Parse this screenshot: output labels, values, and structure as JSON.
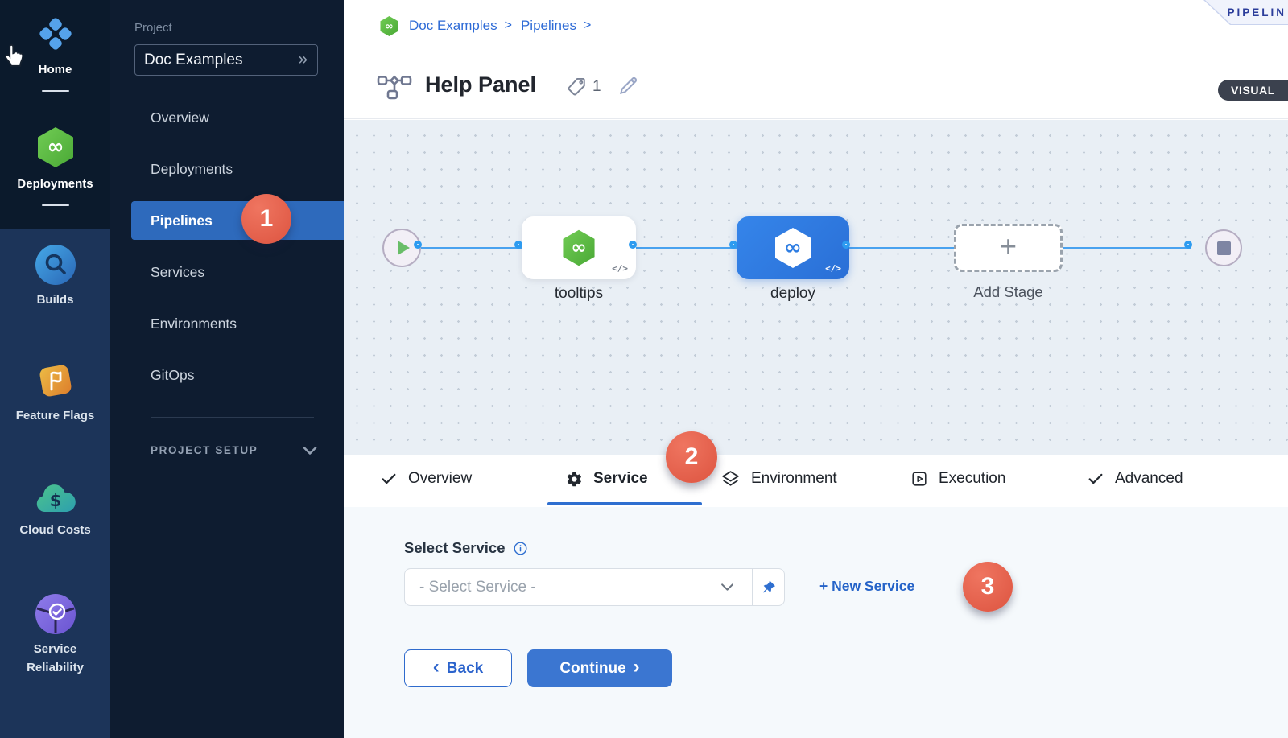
{
  "module_nav": {
    "items": [
      {
        "label": "Home"
      },
      {
        "label": "Deployments"
      },
      {
        "label": "Builds"
      },
      {
        "label": "Feature Flags"
      },
      {
        "label": "Cloud Costs"
      },
      {
        "label_line1": "Service",
        "label_line2": "Reliability"
      }
    ]
  },
  "project_nav": {
    "section_label": "Project",
    "project_name": "Doc Examples",
    "items": [
      {
        "label": "Overview"
      },
      {
        "label": "Deployments"
      },
      {
        "label": "Pipelines",
        "active": true
      },
      {
        "label": "Services"
      },
      {
        "label": "Environments"
      },
      {
        "label": "GitOps"
      }
    ],
    "setup_label": "PROJECT SETUP"
  },
  "breadcrumb": {
    "project": "Doc Examples",
    "section": "Pipelines",
    "separator": ">"
  },
  "ribbon": {
    "text": "PIPELIN"
  },
  "header": {
    "title": "Help Panel",
    "tag_count": "1",
    "view_mode": "VISUAL"
  },
  "canvas": {
    "stages": [
      {
        "name": "tooltips",
        "code_glyph": "</>"
      },
      {
        "name": "deploy",
        "code_glyph": "</>",
        "selected": true
      }
    ],
    "add_stage_label": "Add Stage",
    "add_stage_plus": "+"
  },
  "tabs": {
    "items": [
      {
        "label": "Overview"
      },
      {
        "label": "Service",
        "active": true
      },
      {
        "label": "Environment"
      },
      {
        "label": "Execution"
      },
      {
        "label": "Advanced"
      }
    ]
  },
  "service_panel": {
    "label": "Select Service",
    "placeholder": "- Select Service -",
    "new_service": "+ New Service",
    "back": "Back",
    "back_chevron": "‹",
    "continue": "Continue",
    "continue_chevron": "›"
  },
  "badges": {
    "step1": "1",
    "step2": "2",
    "step3": "3"
  },
  "icons": {
    "infinity": "∞",
    "chevron_double": "»",
    "dollar": "$"
  },
  "colors": {
    "primary_blue": "#2f6fd0",
    "active_row_blue": "#2e6abc",
    "badge_red": "#dd5440",
    "harness_green": "#5cb649",
    "connector_blue": "#49a2ef",
    "deploy_blue": "#2e7de2",
    "sidebar_dark": "#0e1c30",
    "module_strip": "#1c3459",
    "canvas_bg": "#e9eff5"
  }
}
